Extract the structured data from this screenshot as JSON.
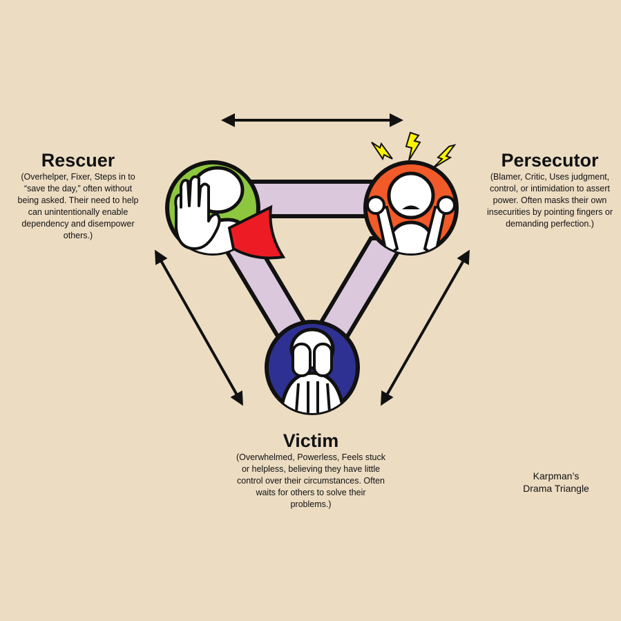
{
  "colors": {
    "background": "#ecdcc2",
    "connector": "#dbc8dc",
    "outline": "#111111",
    "rescuer_circle": "#8dc63f",
    "rescuer_cape": "#ed1c24",
    "persecutor_circle": "#f15a29",
    "persecutor_lightning": "#fff200",
    "victim_circle": "#2e3192",
    "figure": "#ffffff"
  },
  "rescuer": {
    "title": "Rescuer",
    "description": "(Overhelper, Fixer, Steps in to “save the day,” often without being asked. Their need to help can unintentionally enable dependency and disempower others.)",
    "icon": "raised-hand-caped-figure-icon"
  },
  "persecutor": {
    "title": "Persecutor",
    "description": "(Blamer, Critic, Uses judgment, control, or intimidation to assert power. Often masks their own insecurities by pointing fingers or demanding perfection.)",
    "icon": "angry-figure-lightning-icon"
  },
  "victim": {
    "title": "Victim",
    "description": "(Overwhelmed, Powerless, Feels stuck or helpless, believing they have little control over their circumstances. Often waits for others to solve their problems.)",
    "icon": "face-in-hands-figure-icon"
  },
  "caption": {
    "line1": "Karpman’s",
    "line2": "Drama Triangle"
  },
  "arrows": [
    "rescuer-persecutor",
    "rescuer-victim",
    "persecutor-victim"
  ]
}
